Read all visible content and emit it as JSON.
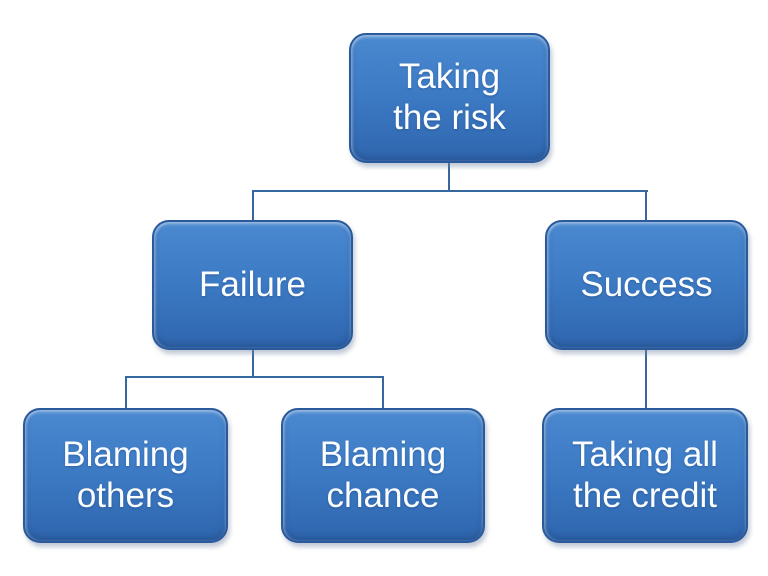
{
  "diagram": {
    "type": "flowchart",
    "description": "Hierarchy chart about taking the risk, with failure and success branches",
    "nodes": [
      {
        "id": "taking-the-risk",
        "label": "Taking\nthe risk",
        "level": 1
      },
      {
        "id": "failure",
        "label": "Failure",
        "level": 2,
        "parent": "taking-the-risk"
      },
      {
        "id": "success",
        "label": "Success",
        "level": 2,
        "parent": "taking-the-risk"
      },
      {
        "id": "blaming-others",
        "label": "Blaming\nothers",
        "level": 3,
        "parent": "failure"
      },
      {
        "id": "blaming-chance",
        "label": "Blaming\nchance",
        "level": 3,
        "parent": "failure"
      },
      {
        "id": "taking-all-the-credit",
        "label": "Taking all\nthe credit",
        "level": 3,
        "parent": "success"
      }
    ],
    "edges": [
      {
        "from": "taking-the-risk",
        "to": "failure"
      },
      {
        "from": "taking-the-risk",
        "to": "success"
      },
      {
        "from": "failure",
        "to": "blaming-others"
      },
      {
        "from": "failure",
        "to": "blaming-chance"
      },
      {
        "from": "success",
        "to": "taking-all-the-credit"
      }
    ],
    "colors": {
      "box-top": "#4a89d0",
      "box-mid": "#3c7ac4",
      "box-bottom": "#2f66ae",
      "box-border": "#2a5a9c",
      "line": "#35689f",
      "text": "#fbfdff"
    }
  }
}
